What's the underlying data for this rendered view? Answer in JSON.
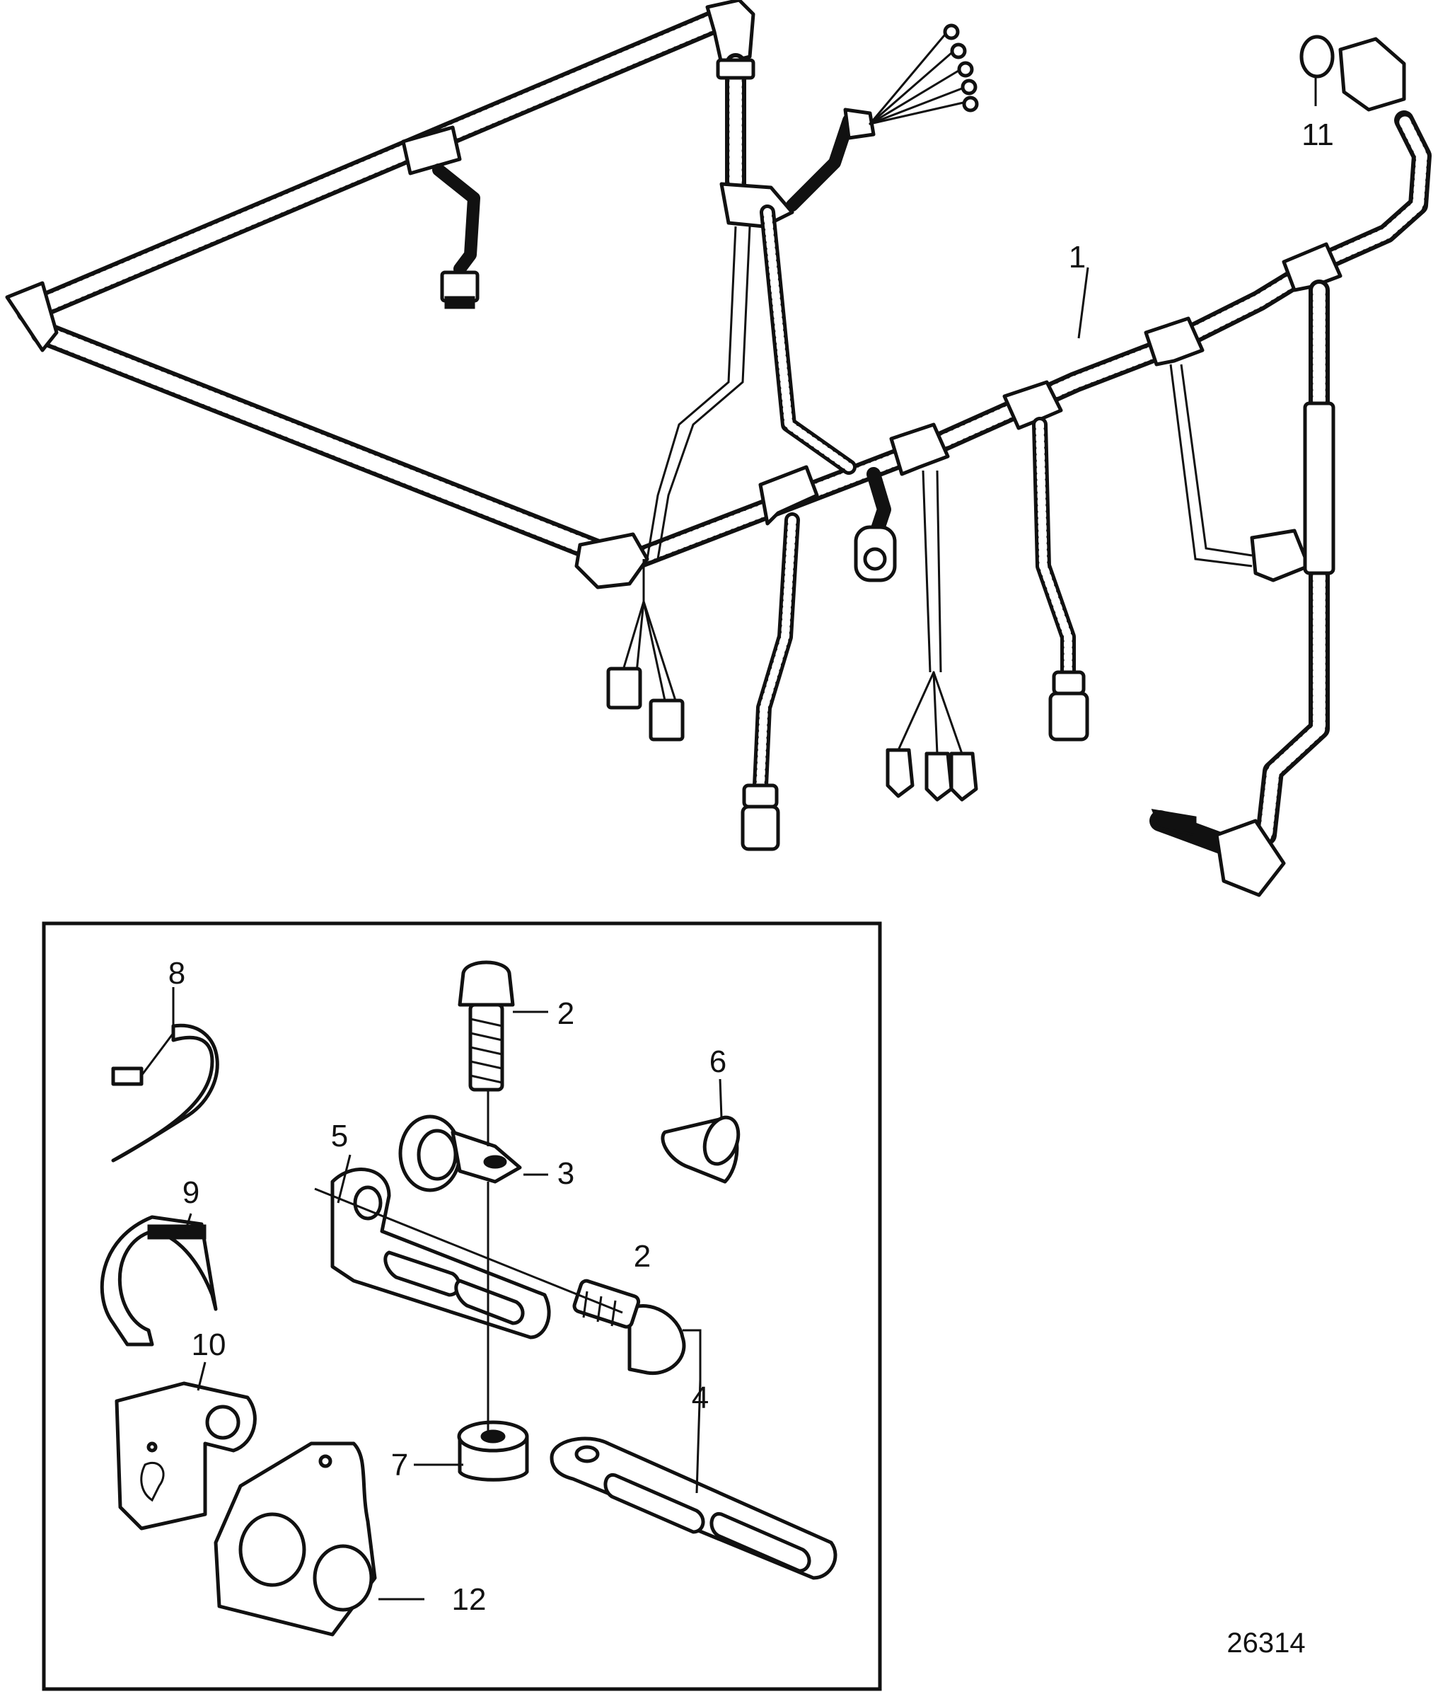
{
  "figure": {
    "reference_number": "26314"
  },
  "callouts": [
    {
      "id": "1",
      "label": "1"
    },
    {
      "id": "2a",
      "label": "2"
    },
    {
      "id": "2b",
      "label": "2"
    },
    {
      "id": "3",
      "label": "3"
    },
    {
      "id": "4",
      "label": "4"
    },
    {
      "id": "5",
      "label": "5"
    },
    {
      "id": "6",
      "label": "6"
    },
    {
      "id": "7",
      "label": "7"
    },
    {
      "id": "8",
      "label": "8"
    },
    {
      "id": "9",
      "label": "9"
    },
    {
      "id": "10",
      "label": "10"
    },
    {
      "id": "11",
      "label": "11"
    },
    {
      "id": "12",
      "label": "12"
    }
  ]
}
